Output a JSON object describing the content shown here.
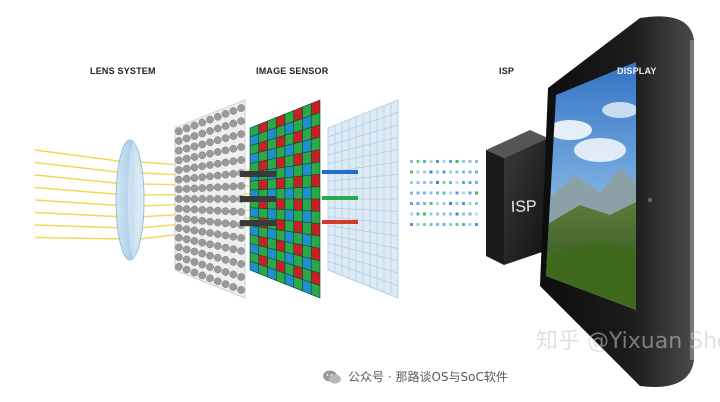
{
  "labels": {
    "lens": "LENS SYSTEM",
    "sensor": "IMAGE SENSOR",
    "isp": "ISP",
    "display": "DISPLAY"
  },
  "chip_text": "ISP",
  "watermark": "知乎 @Yixuan Shong",
  "footer": "公众号 · 那路谈OS与SoC软件",
  "colors": {
    "light_ray": "#f2d23a",
    "bayer_red": "#c8202a",
    "bayer_green": "#2aa84a",
    "bayer_blue": "#1f8fd0",
    "signal_blue": "#1e6fd0",
    "signal_green": "#2aa84a",
    "signal_red": "#d33a2a"
  },
  "icons": [
    "lens-icon",
    "isp-chip-icon",
    "smartphone-icon",
    "wechat-icon"
  ]
}
